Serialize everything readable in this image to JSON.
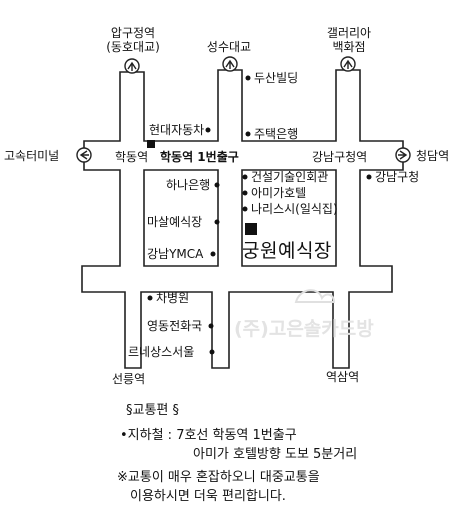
{
  "map": {
    "roads": {
      "top_left": [
        "압구정역",
        "(동호대교)"
      ],
      "top_middle": "성수대교",
      "top_right": [
        "갤러리아",
        "백화점"
      ],
      "left": "고속터미널",
      "right": "청담역"
    },
    "stations": {
      "hakdong": "학동역",
      "gangnamgu_office": "강남구청역",
      "seolleung": "선릉역",
      "yeoksam": "역삼역"
    },
    "exit_label": "학동역 1번출구",
    "venue": "궁원예식장",
    "watermark": "(주)고은솔카드방",
    "landmarks": {
      "doosan": "두산빌딩",
      "hyundai": "현대자동차",
      "jutaek": "주택은행",
      "hana": "하나은행",
      "masal": "마살예식장",
      "ymca": "강남YMCA",
      "gangnamgu_office": "강남구청",
      "geonseol": "건설기술인회관",
      "amiga": "아미가호텔",
      "narisusi": "나리스시(일식집)",
      "chabyeongwon": "차병원",
      "telecom": "영동전화국",
      "renaissance": "르네상스서울"
    }
  },
  "transport": {
    "heading": "§교통편 §",
    "subway_line1": "•지하철 : 7호선 학동역 1번출구",
    "subway_line2": "아미가 호텔방향 도보 5분거리",
    "note_line1": "※교통이 매우 혼잡하오니 대중교통을",
    "note_line2": "이용하시면 더욱 편리합니다."
  }
}
